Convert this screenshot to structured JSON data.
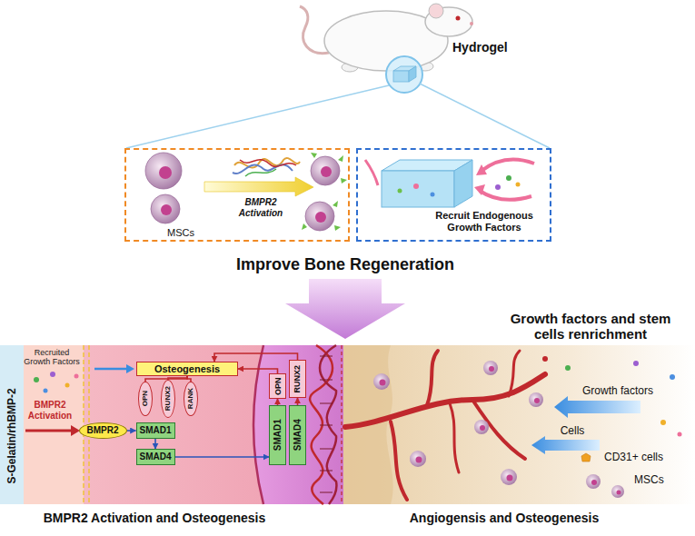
{
  "diagram": {
    "nodes": [
      {
        "text": [
          "MSCs",
          "BMPR2 Activation"
        ]
      },
      {
        "text": [
          "Recruit Endogenous Growth Factors"
        ]
      },
      {
        "text": [
          "Osteogenesis"
        ]
      },
      {
        "text": [
          "OPN"
        ]
      },
      {
        "text": [
          "RUNX2"
        ]
      },
      {
        "text": [
          "RANK"
        ]
      },
      {
        "text": [
          "BMPR2"
        ]
      },
      {
        "text": [
          "SMAD1"
        ]
      },
      {
        "text": [
          "SMAD4"
        ]
      },
      {
        "text": [
          "SMAD1"
        ]
      },
      {
        "text": [
          "SMAD4"
        ]
      },
      {
        "text": [
          "OPN"
        ]
      },
      {
        "text": [
          "RUNX2"
        ]
      }
    ],
    "edges": [
      {
        "from": 2,
        "to": 3,
        "arrow": "none"
      },
      {
        "from": 2,
        "to": 4,
        "arrow": "none"
      },
      {
        "from": 2,
        "to": 5,
        "arrow": "none"
      },
      {
        "from": 6,
        "to": 7,
        "arrow": "to"
      },
      {
        "from": 7,
        "to": 8,
        "arrow": "to"
      },
      {
        "from": 8,
        "to": 9,
        "arrow": "to"
      },
      {
        "from": 9,
        "to": 11,
        "arrow": "to"
      },
      {
        "from": 10,
        "to": 12,
        "arrow": "to"
      },
      {
        "from": 11,
        "to": 2,
        "arrow": "to"
      },
      {
        "from": 12,
        "to": 2,
        "arrow": "to"
      }
    ],
    "labels": [
      "Hydrogel",
      "Improve Bone Regeneration",
      "Growth factors and stem cells renrichment",
      "Recruited Growth Factors",
      "BMPR2 Activation",
      "S-Gelatin/rhBMP-2",
      "Growth factors",
      "Cells",
      "CD31+ cells",
      "MSCs",
      "BMPR2 Activation and Osteogenesis",
      "Angiogensis and Osteogenesis"
    ]
  }
}
